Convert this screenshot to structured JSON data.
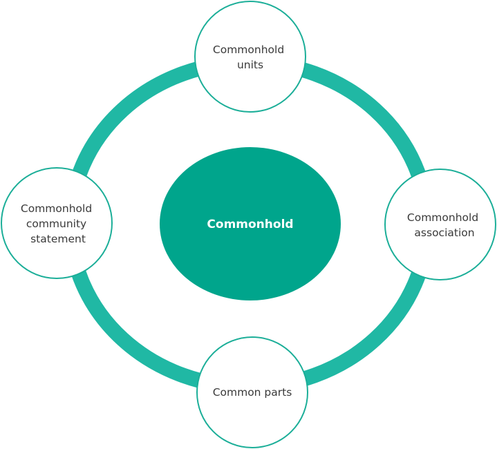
{
  "colors": {
    "ring": "#20b8a4",
    "center_fill": "#00a58c",
    "node_stroke": "#1bae98",
    "node_fill": "#ffffff",
    "node_text": "#3a3a3a",
    "center_text": "#ffffff"
  },
  "center": {
    "label": "Commonhold"
  },
  "nodes": {
    "top": {
      "lines": [
        "Commonhold",
        "units"
      ]
    },
    "right": {
      "lines": [
        "Commonhold",
        "association"
      ]
    },
    "bottom": {
      "lines": [
        "Common parts"
      ]
    },
    "left": {
      "lines": [
        "Commonhold",
        "community",
        "statement"
      ]
    }
  }
}
